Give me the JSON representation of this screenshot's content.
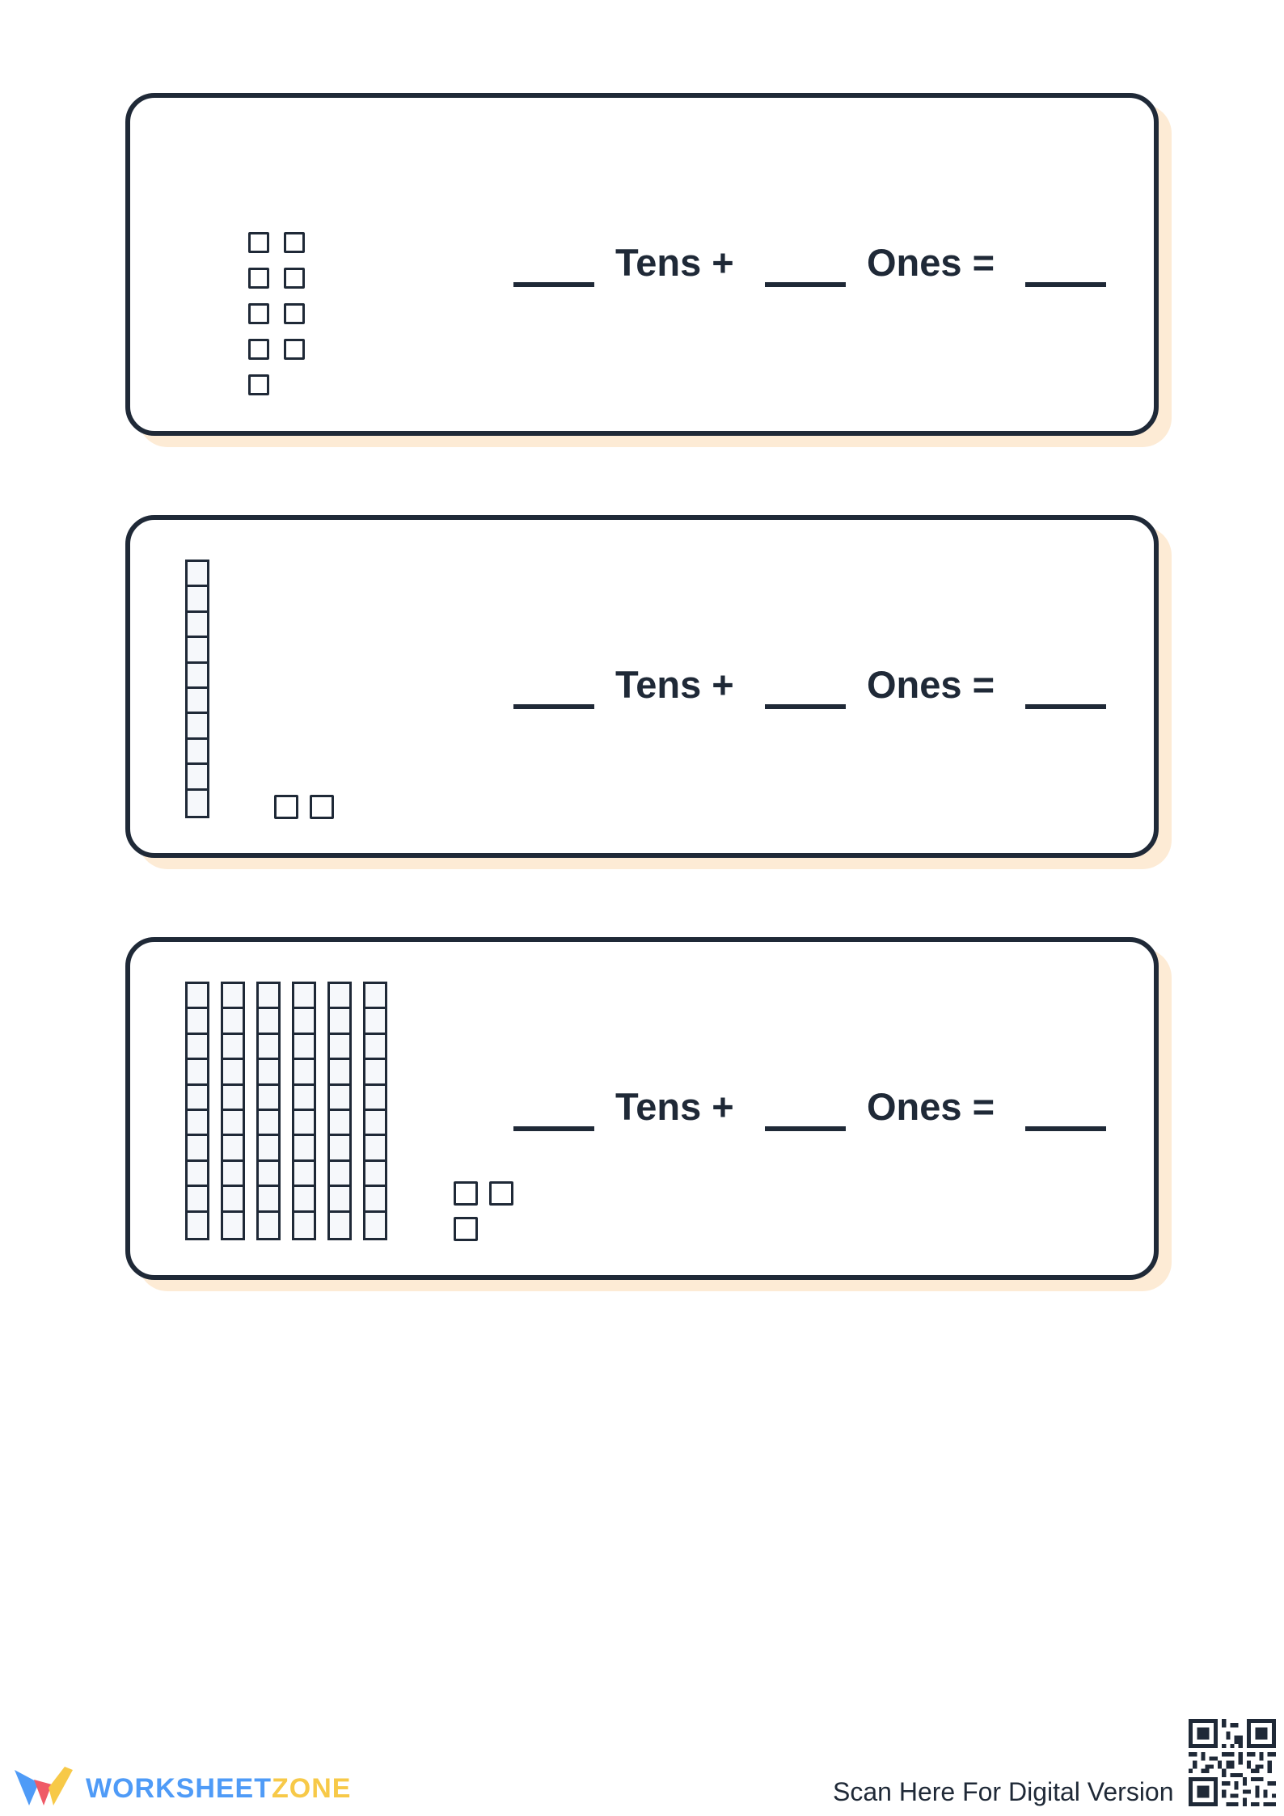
{
  "problems": [
    {
      "tens_label": "Tens +",
      "ones_label": "Ones =",
      "tens_rods": 0,
      "ones_cubes": 9
    },
    {
      "tens_label": "Tens +",
      "ones_label": "Ones =",
      "tens_rods": 1,
      "ones_cubes": 2
    },
    {
      "tens_label": "Tens +",
      "ones_label": "Ones =",
      "tens_rods": 6,
      "ones_cubes": 3
    }
  ],
  "footer": {
    "brand_first": "WORKSHEET",
    "brand_second": "ZONE",
    "scan_text": "Scan Here For Digital Version"
  },
  "colors": {
    "ink": "#1f2937",
    "shadow": "#fdebd5",
    "brand_blue": "#4f9bf7",
    "brand_yellow": "#f7c948"
  },
  "icons": {
    "logo": "worksheetzone-w-logo-icon",
    "qr": "qr-code-icon"
  }
}
